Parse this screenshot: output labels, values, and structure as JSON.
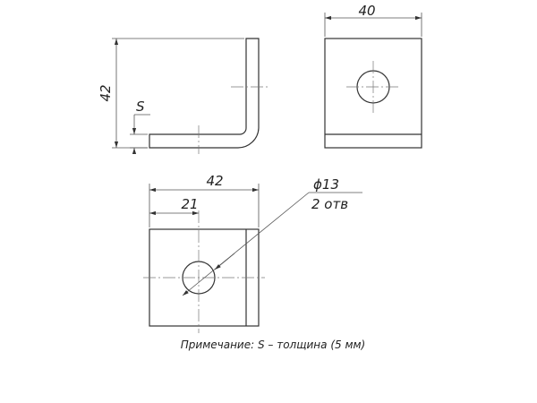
{
  "labels": {
    "side_height": "42",
    "thickness": "S",
    "top_width": "40",
    "front_width": "42",
    "half_width": "21",
    "hole_diameter": "ϕ13",
    "hole_count": "2 отв"
  },
  "note": "Примечание: S – толщина (5 мм)",
  "colors": {
    "line": "#333333",
    "background": "#ffffff"
  }
}
